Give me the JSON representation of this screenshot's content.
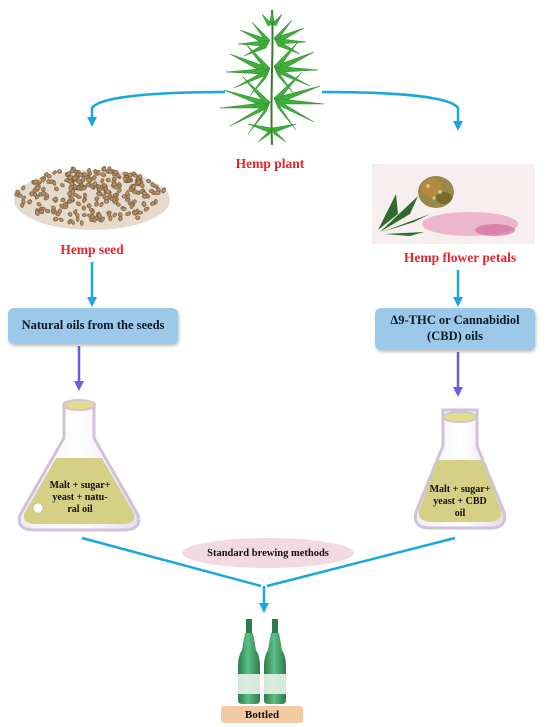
{
  "plant": {
    "label": "Hemp plant"
  },
  "seed": {
    "label": "Hemp seed",
    "product": "Natural oils from the seeds",
    "flask_text": [
      "Malt + sugar+",
      "yeast + natu-",
      "ral oil"
    ]
  },
  "flower": {
    "label": "Hemp flower petals",
    "product": "Δ9-THC or Cannabidiol (CBD) oils",
    "flask_text": [
      "Malt + sugar+",
      "yeast + CBD",
      "oil"
    ]
  },
  "process": {
    "label": "Standard brewing methods"
  },
  "output": {
    "label": "Bottled"
  },
  "colors": {
    "label_red": "#e8242c",
    "box_blue": "#9cc8ea",
    "arrow_blue": "#19a7e0",
    "arrow_purple": "#6a5fd6",
    "liquid": "#d6cf86",
    "bottle_green": "#3e9a63"
  },
  "icons": [
    "hemp-plant-icon",
    "hemp-seed-pile-icon",
    "hemp-flower-photo",
    "flask-icon",
    "bottle-icon"
  ]
}
